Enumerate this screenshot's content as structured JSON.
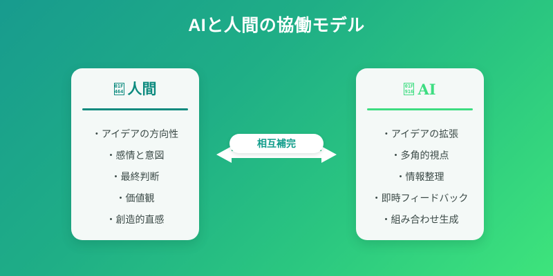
{
  "title": "AIと人間の協働モデル",
  "theme": {
    "bg_gradient_from": "#189b8e",
    "bg_gradient_to": "#3ee47c",
    "card_bg": "#f4f9f7",
    "human_accent": "#0c8a7e",
    "ai_accent": "#3ddd81",
    "badge_text_color": "#0f9c8a",
    "list_text_color": "#3b4a47",
    "title_color": "#ffffff",
    "arrow_color": "#ffffff"
  },
  "cards": {
    "human": {
      "icon_name": "bust-in-silhouette-icon",
      "icon_codepoint_top": "01F",
      "icon_codepoint_bottom": "464",
      "label": "人間",
      "items": [
        "・アイデアの方向性",
        "・感情と意図",
        "・最終判断",
        "・価値観",
        "・創造的直感"
      ]
    },
    "ai": {
      "icon_name": "robot-face-icon",
      "icon_codepoint_top": "01F",
      "icon_codepoint_bottom": "916",
      "label": "AI",
      "items": [
        "・アイデアの拡張",
        "・多角的視点",
        "・情報整理",
        "・即時フィードバック",
        "・組み合わせ生成"
      ]
    }
  },
  "connector": {
    "badge_label": "相互補完",
    "arrow_name": "double-headed-arrow"
  }
}
